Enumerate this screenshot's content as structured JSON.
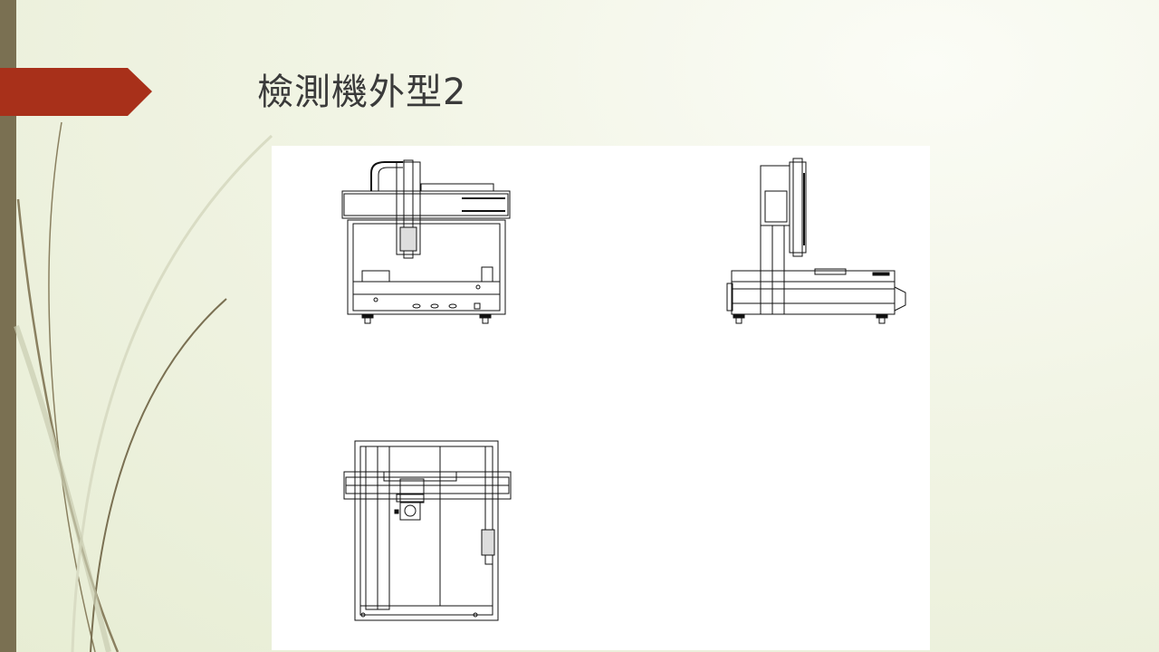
{
  "slide": {
    "title": "檢測機外型2",
    "accent_color": "#a8301a",
    "bar_color": "#7a7052"
  },
  "drawings": [
    {
      "view": "front-view"
    },
    {
      "view": "side-view"
    },
    {
      "view": "top-view"
    }
  ]
}
